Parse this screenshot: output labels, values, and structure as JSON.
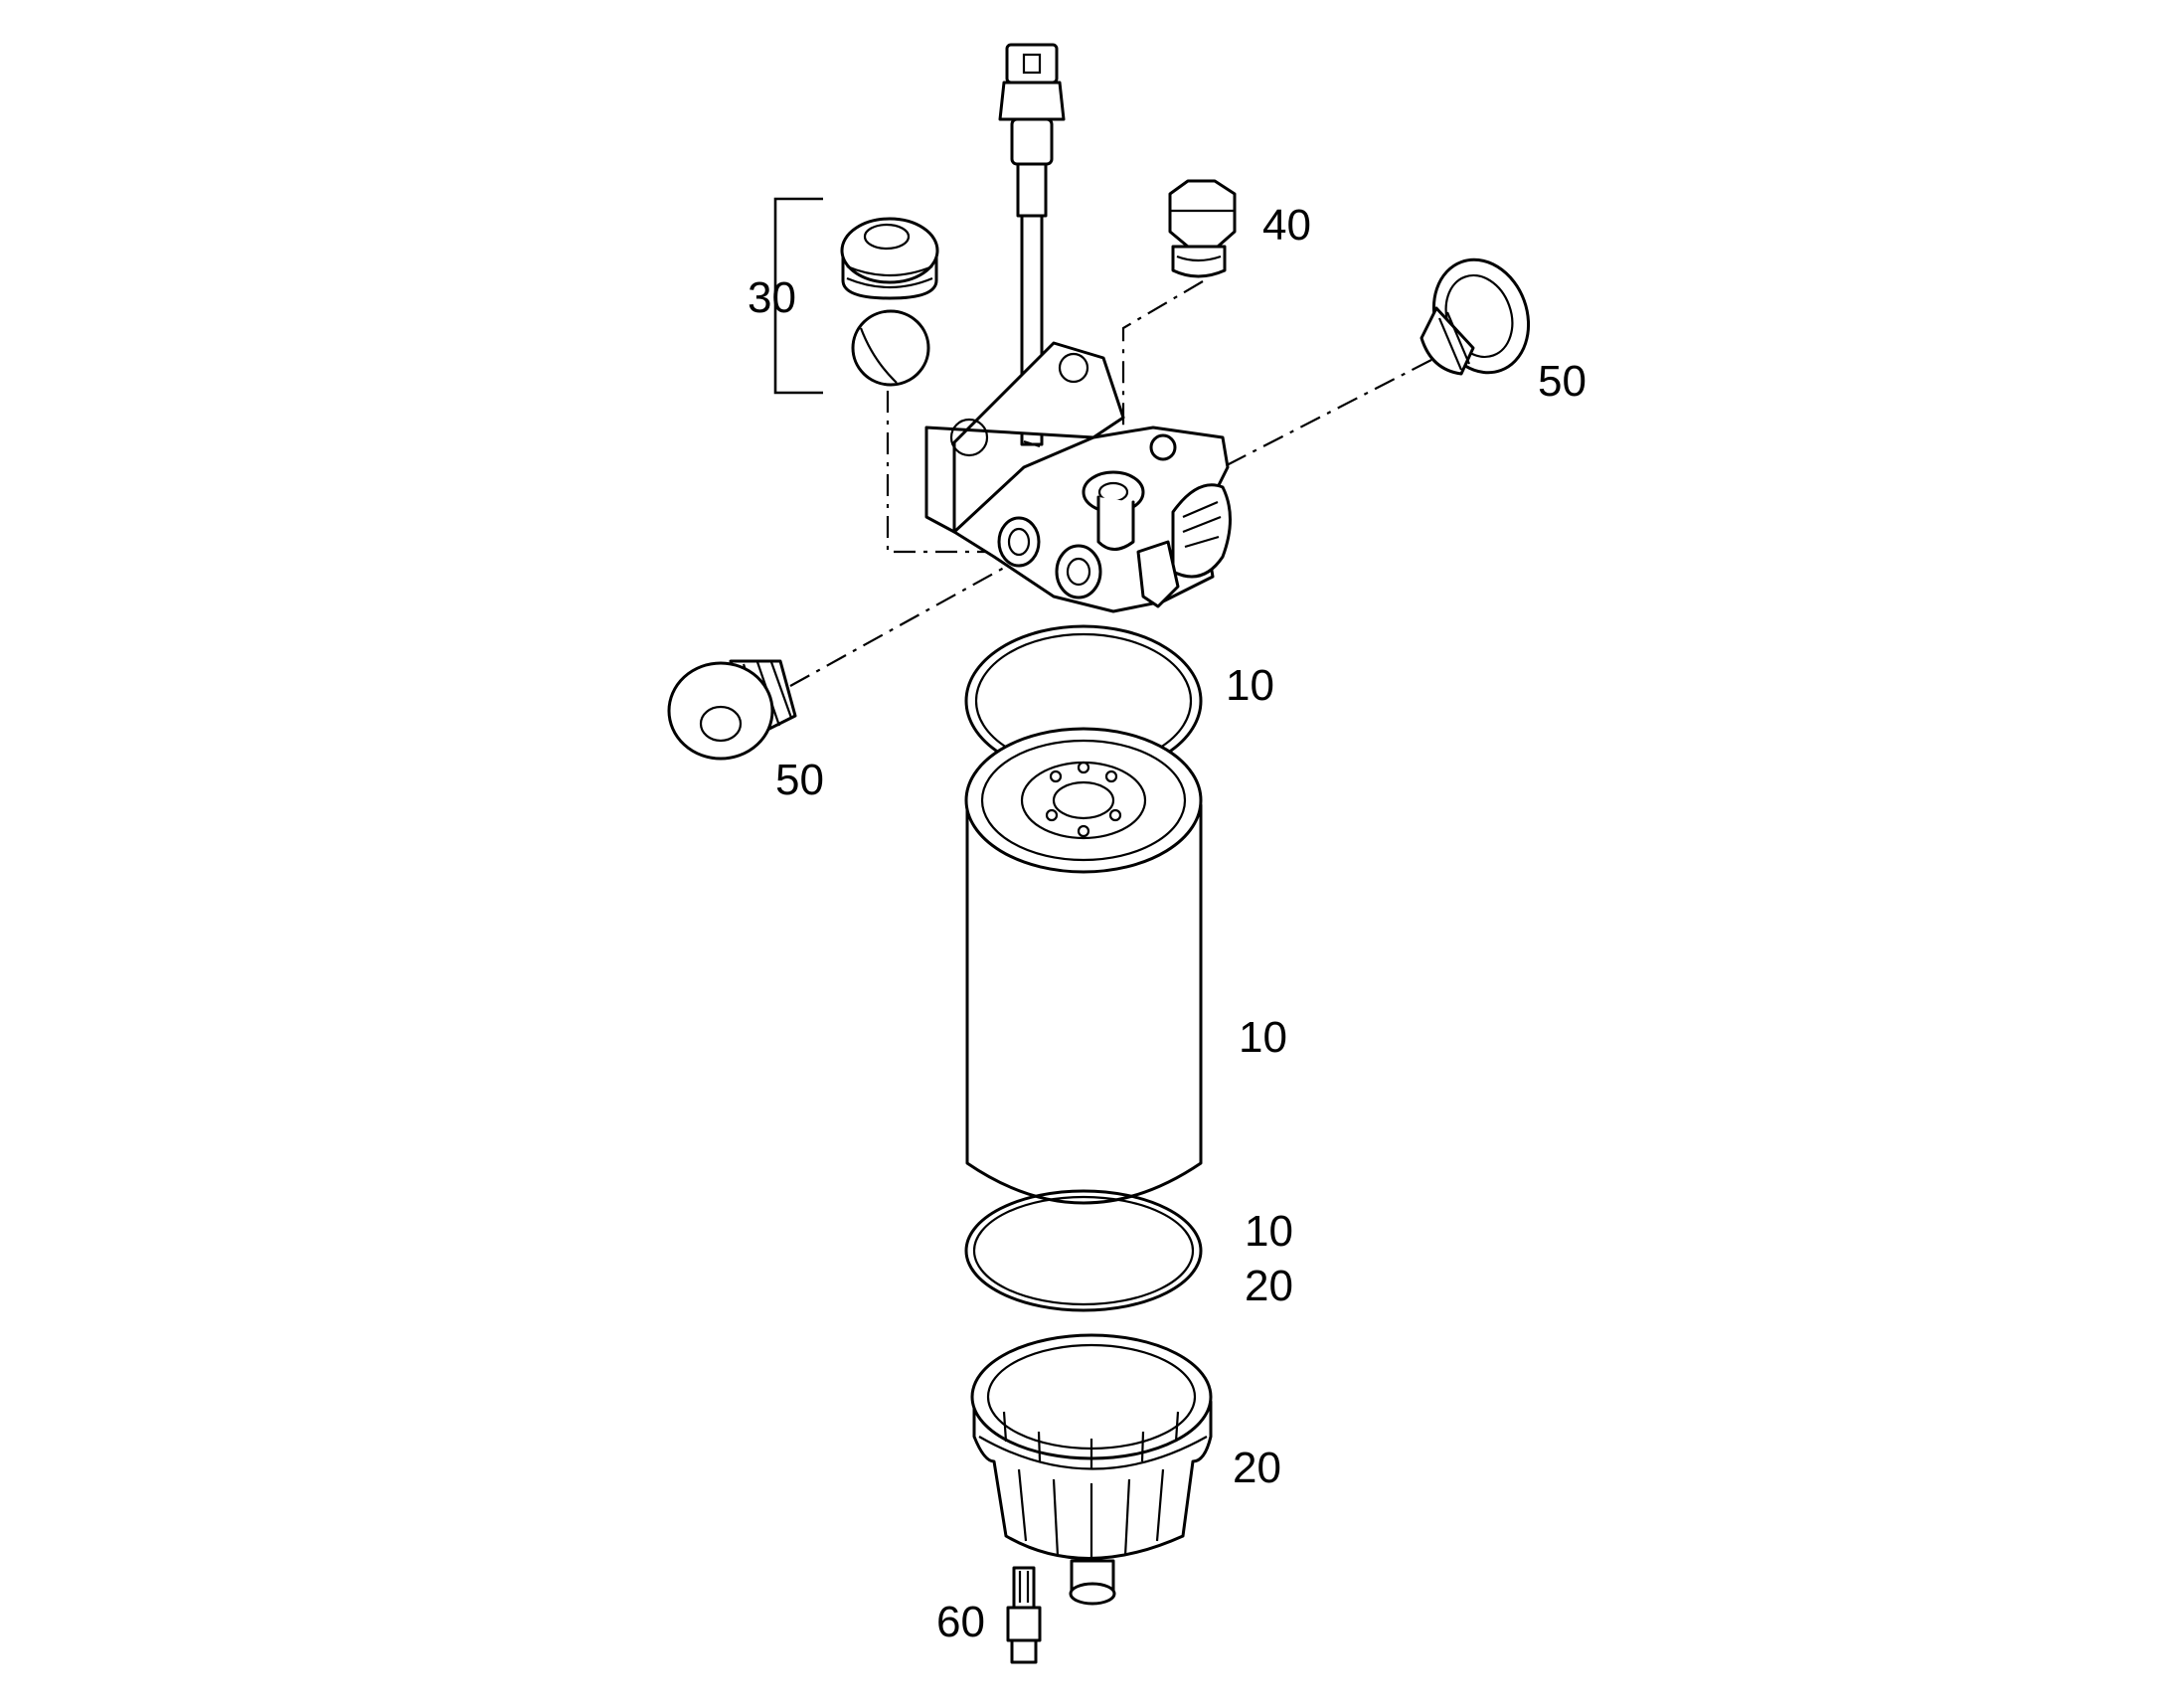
{
  "diagram": {
    "callouts": {
      "l30": "30",
      "l40": "40",
      "l50_right": "50",
      "l50_left": "50",
      "l10_ring": "10",
      "l10_filter": "10",
      "l10_lower": "10",
      "l20_ring": "20",
      "l20_bowl": "20",
      "l60": "60"
    },
    "colors": {
      "line": "#000000",
      "background": "#ffffff"
    }
  }
}
